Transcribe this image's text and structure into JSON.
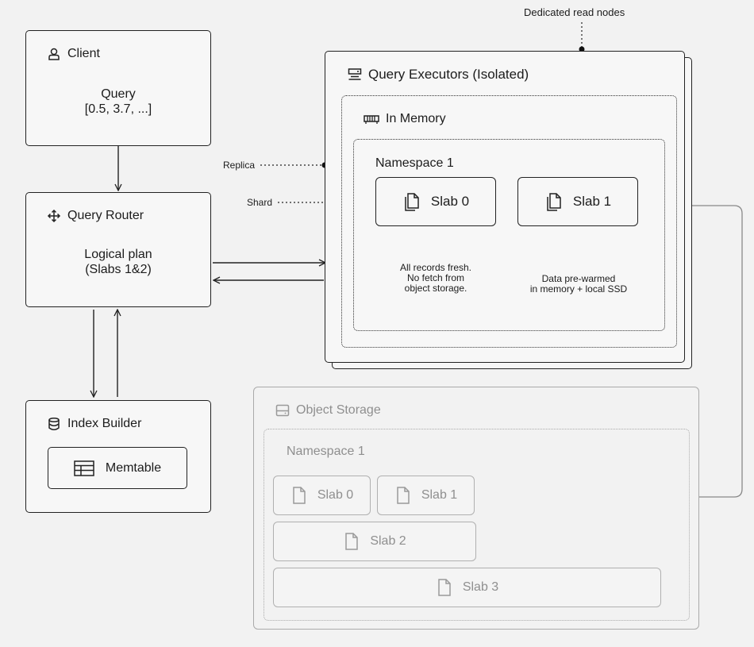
{
  "client": {
    "title": "Client",
    "query_line1": "Query",
    "query_line2": "[0.5, 3.7, ...]"
  },
  "router": {
    "title": "Query Router",
    "plan_line1": "Logical plan",
    "plan_line2": "(Slabs 1&2)"
  },
  "index_builder": {
    "title": "Index Builder",
    "memtable": "Memtable"
  },
  "executors": {
    "title": "Query Executors (Isolated)",
    "annotation": "Dedicated read nodes",
    "in_memory": "In Memory",
    "namespace": "Namespace 1",
    "slab0": "Slab 0",
    "slab1": "Slab 1",
    "note0_l1": "All records fresh.",
    "note0_l2": "No fetch from",
    "note0_l3": "object storage.",
    "note1_l1": "Data pre-warmed",
    "note1_l2": "in memory + local SSD"
  },
  "labels": {
    "replica": "Replica",
    "shard": "Shard"
  },
  "object_storage": {
    "title": "Object Storage",
    "namespace": "Namespace 1",
    "slab0": "Slab 0",
    "slab1": "Slab 1",
    "slab2": "Slab 2",
    "slab3": "Slab 3"
  },
  "icons": {
    "client": "user-icon",
    "router": "move-icon",
    "index_builder": "database-icon",
    "memtable": "table-icon",
    "executors": "server-icon",
    "in_memory": "memory-chip-icon",
    "slab": "file-copy-icon",
    "object_storage": "storage-drive-icon",
    "os_slab": "file-icon"
  },
  "colors": {
    "ink": "#1c1c1c",
    "faded": "#8f8f8f",
    "background": "#f2f2f2"
  }
}
